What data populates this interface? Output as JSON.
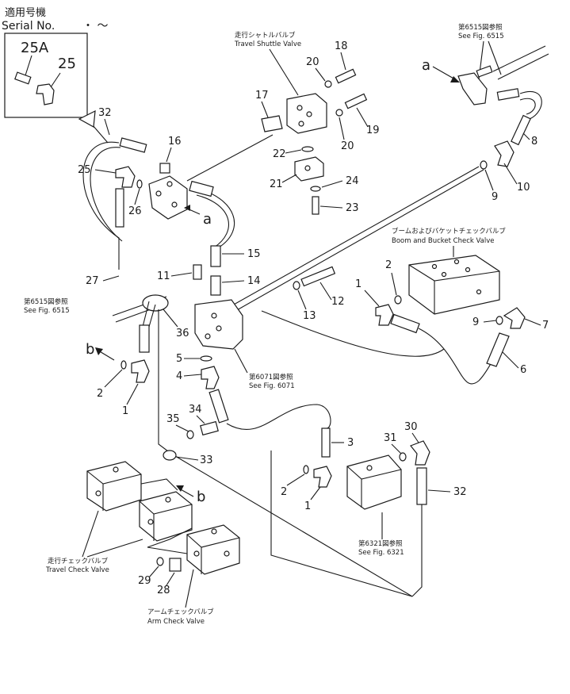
{
  "header": {
    "serial_label_jp": "適用号機",
    "serial_label_en": "Serial No.",
    "serial_range": "・ ～"
  },
  "inset": {
    "label_a": "25A",
    "label_b": "25"
  },
  "callouts": {
    "travel_shuttle_jp": "走行シャトルバルブ",
    "travel_shuttle_en": "Travel Shuttle Valve",
    "fig6515_top_jp": "第6515図参照",
    "fig6515_top_en": "See Fig. 6515",
    "boom_bucket_jp": "ブームおよびバケットチェックバルブ",
    "boom_bucket_en": "Boom and Bucket Check Valve",
    "fig6515_left_jp": "第6515図参照",
    "fig6515_left_en": "See Fig. 6515",
    "fig6071_jp": "第6071図参照",
    "fig6071_en": "See Fig. 6071",
    "fig6321_jp": "第6321図参照",
    "fig6321_en": "See Fig. 6321",
    "travel_check_jp": "走行チェックバルブ",
    "travel_check_en": "Travel Check Valve",
    "arm_check_jp": "アームチェックバルブ",
    "arm_check_en": "Arm Check Valve"
  },
  "refs": {
    "a_top": "a",
    "a_mid": "a",
    "b_left": "b",
    "b_bottom": "b"
  },
  "parts": {
    "p1a": "1",
    "p1b": "1",
    "p1c": "1",
    "p2a": "2",
    "p2b": "2",
    "p2c": "2",
    "p3": "3",
    "p4": "4",
    "p5": "5",
    "p6": "6",
    "p7": "7",
    "p8": "8",
    "p9a": "9",
    "p9b": "9",
    "p10": "10",
    "p11": "11",
    "p12": "12",
    "p13": "13",
    "p14": "14",
    "p15": "15",
    "p16": "16",
    "p17": "17",
    "p18": "18",
    "p19": "19",
    "p20a": "20",
    "p20b": "20",
    "p21": "21",
    "p22": "22",
    "p23": "23",
    "p24": "24",
    "p25": "25",
    "p26": "26",
    "p27": "27",
    "p28": "28",
    "p29": "29",
    "p30": "30",
    "p31": "31",
    "p32a": "32",
    "p32b": "32",
    "p33": "33",
    "p34": "34",
    "p35": "35",
    "p36": "36"
  }
}
